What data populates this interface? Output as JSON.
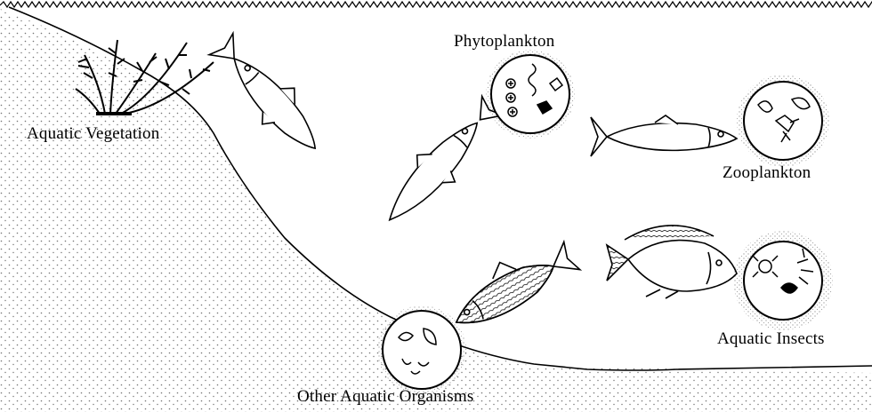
{
  "labels": {
    "aquatic_vegetation": "Aquatic Vegetation",
    "phytoplankton": "Phytoplankton",
    "zooplankton": "Zooplankton",
    "aquatic_insects": "Aquatic Insects",
    "other_aquatic_organisms": "Other Aquatic Organisms"
  },
  "icons": {
    "plant": "aquatic-plant-icon",
    "fish": "fish-icon",
    "phyto_circle": "phytoplankton-circle-icon",
    "zoo_circle": "zooplankton-circle-icon",
    "insect_circle": "aquatic-insects-circle-icon",
    "organism_circle": "other-organisms-circle-icon"
  },
  "colors": {
    "ink": "#000000",
    "background": "#ffffff"
  }
}
